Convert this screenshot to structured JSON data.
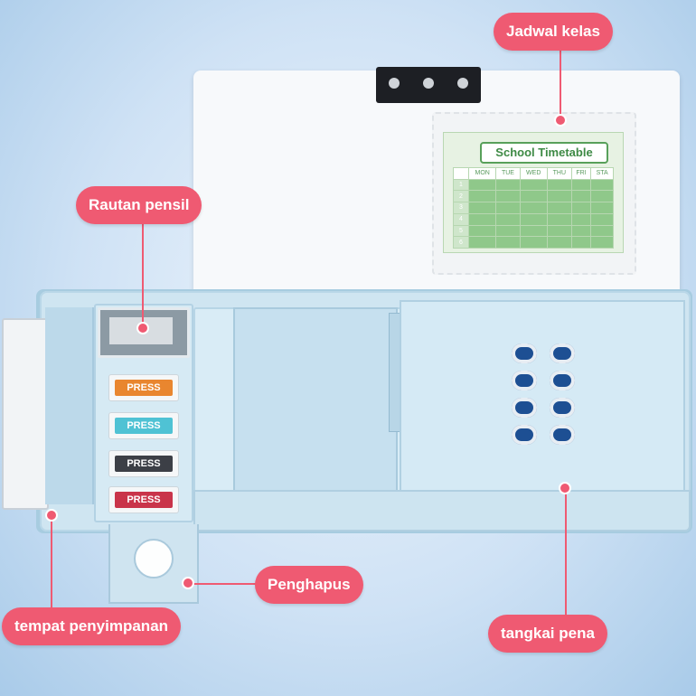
{
  "callouts": {
    "jadwal": "Jadwal kelas",
    "rautan": "Rautan pensil",
    "penghapus": "Penghapus",
    "penyimpanan": "tempat penyimpanan",
    "tangkai": "tangkai pena"
  },
  "timetable": {
    "title": "School Timetable",
    "days": [
      "MON",
      "TUE",
      "WED",
      "THU",
      "FRI",
      "STA"
    ],
    "rows": [
      "1",
      "2",
      "3",
      "4",
      "5",
      "6"
    ]
  },
  "buttons": [
    {
      "label": "PRESS",
      "color": "#e9862f"
    },
    {
      "label": "PRESS",
      "color": "#4fc2d4"
    },
    {
      "label": "PRESS",
      "color": "#3c3f46"
    },
    {
      "label": "PRESS",
      "color": "#c9344a"
    }
  ],
  "colors": {
    "accent": "#ef5a72",
    "case": "#cfe5f1",
    "pen_slot": "#1d4f93"
  }
}
